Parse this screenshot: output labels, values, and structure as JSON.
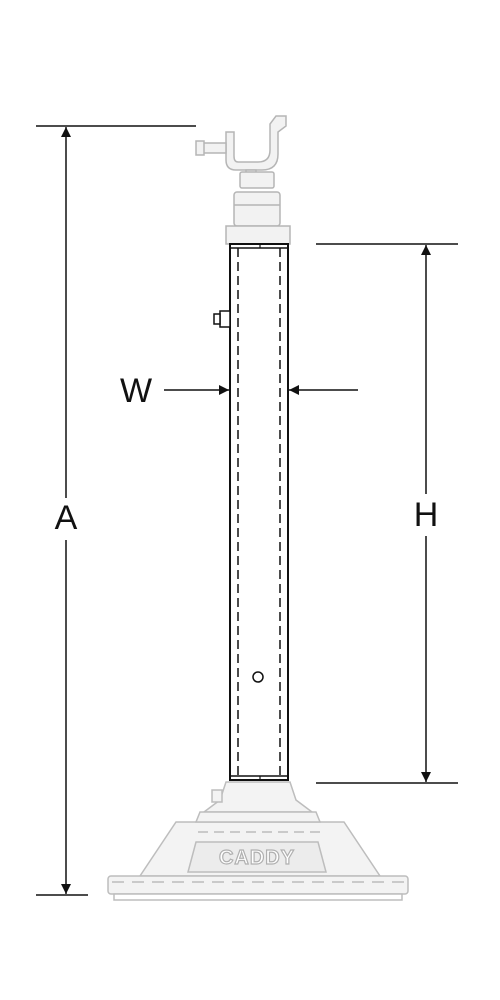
{
  "dimensions": {
    "overall_height_label": "A",
    "tube_height_label": "H",
    "tube_width_label": "W"
  },
  "base": {
    "brand": "CADDY"
  },
  "colors": {
    "line": "#111111",
    "faded_part": "#b8b8b8",
    "faded_fill": "#f1f1f1"
  }
}
